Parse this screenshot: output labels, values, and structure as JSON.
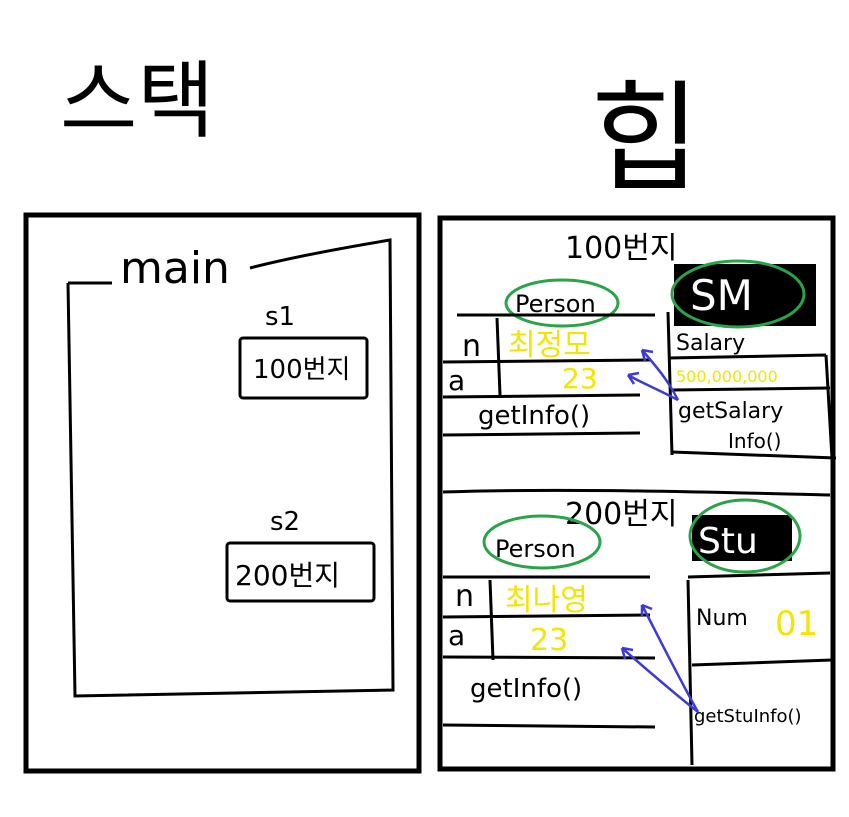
{
  "headings": {
    "stack": "스택",
    "heap": "힙"
  },
  "stack": {
    "frame": "main",
    "vars": [
      {
        "name": "s1",
        "ref": "100번지"
      },
      {
        "name": "s2",
        "ref": "200번지"
      }
    ]
  },
  "heap": {
    "objects": [
      {
        "address": "100번지",
        "parent": "Person",
        "child": "SM",
        "parent_fields": [
          {
            "name": "n",
            "value": "최정모"
          },
          {
            "name": "a",
            "value": "23"
          }
        ],
        "parent_method": "getInfo()",
        "child_field": {
          "name": "Salary",
          "value": "500,000,000"
        },
        "child_method": "getSalaryInfo()"
      },
      {
        "address": "200번지",
        "parent": "Person",
        "child": "Stu",
        "parent_fields": [
          {
            "name": "n",
            "value": "최나영"
          },
          {
            "name": "a",
            "value": "23"
          }
        ],
        "parent_method": "getInfo()",
        "child_field": {
          "name": "Num",
          "value": "01"
        },
        "child_method": "getStuInfo()"
      }
    ]
  },
  "colors": {
    "ink": "#000000",
    "value_yellow": "#f2e600",
    "oval_green": "#2aa34a",
    "arrow_blue": "#3b3bd6",
    "label_bg": "#000000"
  }
}
